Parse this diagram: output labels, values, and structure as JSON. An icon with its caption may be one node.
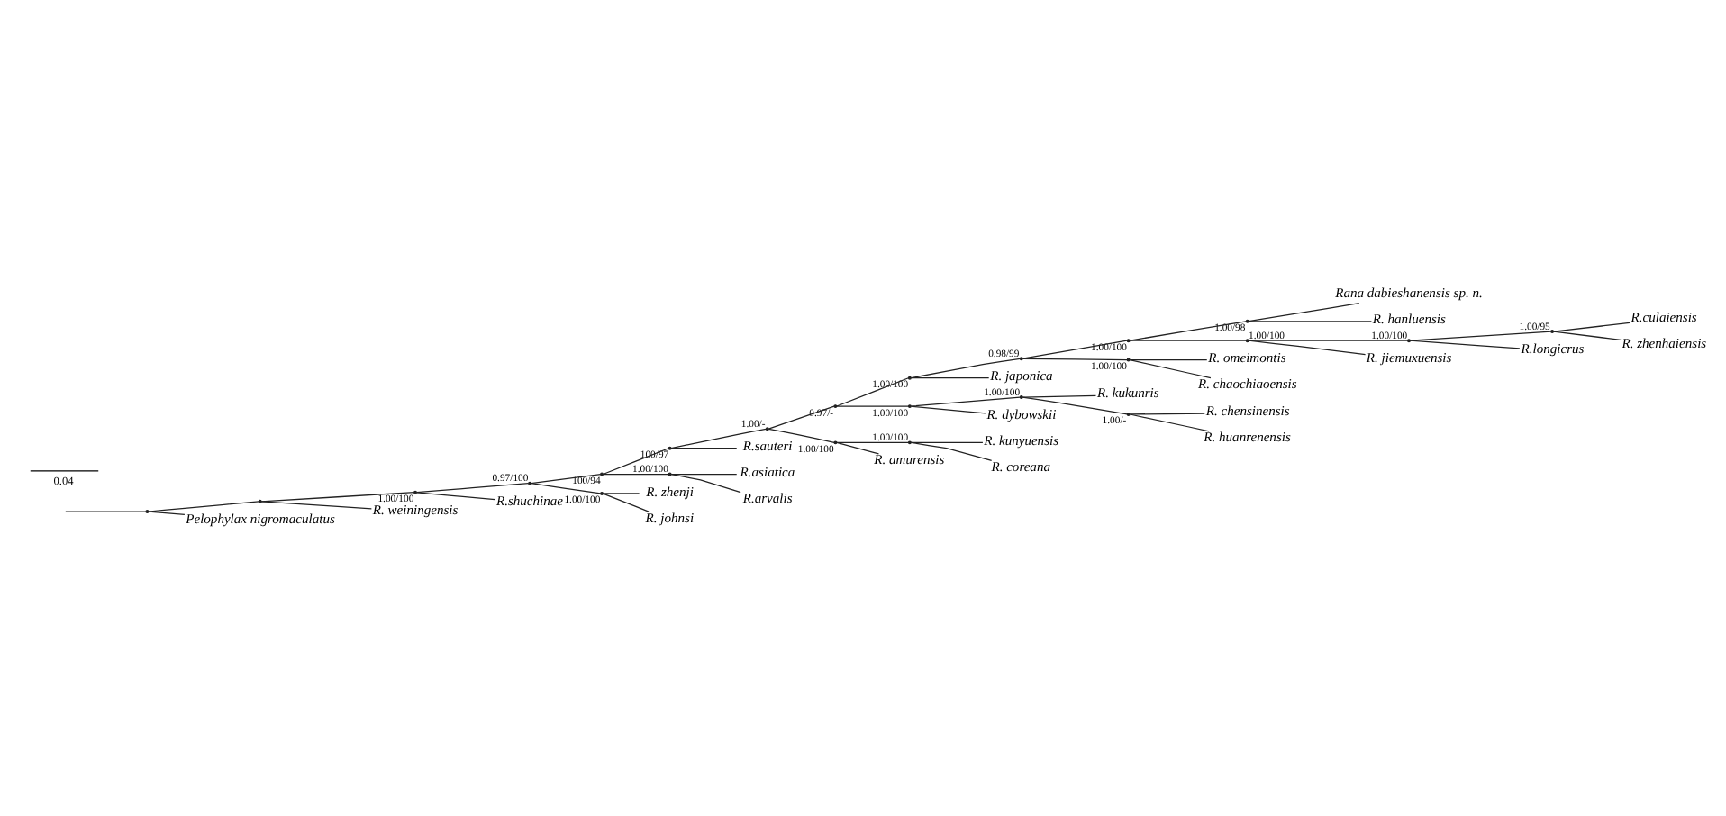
{
  "diagram": {
    "nodes": [
      {
        "text": [],
        "shape": "point"
      },
      {
        "text": [],
        "shape": "point"
      },
      {
        "text": [],
        "shape": "point",
        "beside": [
          "1.00/100"
        ]
      },
      {
        "text": [],
        "shape": "point",
        "beside": [
          "0.97/100"
        ]
      },
      {
        "text": [],
        "shape": "point",
        "beside": [
          "100/94"
        ]
      },
      {
        "text": [],
        "shape": "point",
        "beside": [
          "100/97"
        ]
      },
      {
        "text": [],
        "shape": "point",
        "beside": [
          "1.00/-"
        ]
      },
      {
        "text": [],
        "shape": "point",
        "beside": [
          "0.97/-"
        ]
      },
      {
        "text": [],
        "shape": "point",
        "beside": [
          "1.00/100"
        ]
      },
      {
        "text": [],
        "shape": "point",
        "beside": [
          "0.98/99"
        ]
      },
      {
        "text": [],
        "shape": "point",
        "beside": [
          "1.00/100"
        ]
      },
      {
        "text": [],
        "shape": "point",
        "beside": [
          "1.00/98"
        ]
      },
      {
        "text": [],
        "shape": "point",
        "beside": [
          "1.00/100"
        ]
      },
      {
        "text": [],
        "shape": "point",
        "beside": [
          "1.00/100"
        ]
      },
      {
        "text": [],
        "shape": "point",
        "beside": [
          "1.00/95"
        ]
      },
      {
        "text": [],
        "shape": "point",
        "beside": [
          "1.00/100"
        ]
      },
      {
        "text": [],
        "shape": "point",
        "beside": [
          "1.00/100"
        ]
      },
      {
        "text": [],
        "shape": "point",
        "beside": [
          "1.00/100"
        ]
      },
      {
        "text": [],
        "shape": "point",
        "beside": [
          "1.00/-"
        ]
      },
      {
        "text": [],
        "shape": "point",
        "beside": [
          "1.00/100"
        ]
      },
      {
        "text": [],
        "shape": "point",
        "beside": [
          "1.00/100"
        ]
      },
      {
        "text": [],
        "shape": "point",
        "beside": [
          "1.00/100"
        ]
      },
      {
        "text": [],
        "shape": "point",
        "beside": [
          "1.00/100"
        ]
      },
      {
        "text": [
          "Rana dabieshanensis sp. n."
        ]
      },
      {
        "text": [
          "R. hanluensis"
        ]
      },
      {
        "text": [
          "R.culaiensis"
        ]
      },
      {
        "text": [
          "R. zhenhaiensis"
        ]
      },
      {
        "text": [
          "R.longicrus"
        ]
      },
      {
        "text": [
          "R. jiemuxuensis"
        ]
      },
      {
        "text": [
          "R. omeimontis"
        ]
      },
      {
        "text": [
          "R. chaochiaoensis"
        ]
      },
      {
        "text": [
          "R. japonica"
        ]
      },
      {
        "text": [
          "R. kukunris"
        ]
      },
      {
        "text": [
          "R. chensinensis"
        ]
      },
      {
        "text": [
          "R. huanrenensis"
        ]
      },
      {
        "text": [
          "R. dybowskii"
        ]
      },
      {
        "text": [
          "R. kunyuensis"
        ]
      },
      {
        "text": [
          "R. coreana"
        ]
      },
      {
        "text": [
          "R. amurensis"
        ]
      },
      {
        "text": [
          "R.sauteri"
        ]
      },
      {
        "text": [
          "R.asiatica"
        ]
      },
      {
        "text": [
          "R.arvalis"
        ]
      },
      {
        "text": [
          "R. zhenji"
        ]
      },
      {
        "text": [
          "R. johnsi"
        ]
      },
      {
        "text": [
          "R.shuchinae"
        ]
      },
      {
        "text": [
          "R. weiningensis"
        ]
      },
      {
        "text": [
          "Pelophylax nigromaculatus"
        ]
      }
    ],
    "edges": [
      {
        "from": null,
        "to": 0,
        "arrow": "none"
      },
      {
        "from": 0,
        "to": 1,
        "arrow": "none"
      },
      {
        "from": 0,
        "to": 46,
        "arrow": "none"
      },
      {
        "from": 1,
        "to": 2,
        "arrow": "none"
      },
      {
        "from": 1,
        "to": 45,
        "arrow": "none"
      },
      {
        "from": 2,
        "to": 3,
        "arrow": "none"
      },
      {
        "from": 2,
        "to": 44,
        "arrow": "none"
      },
      {
        "from": 3,
        "to": 4,
        "arrow": "none"
      },
      {
        "from": 3,
        "to": 22,
        "arrow": "none"
      },
      {
        "from": 22,
        "to": 42,
        "arrow": "none"
      },
      {
        "from": 22,
        "to": 43,
        "arrow": "none"
      },
      {
        "from": 4,
        "to": 5,
        "arrow": "none"
      },
      {
        "from": 4,
        "to": 21,
        "arrow": "none"
      },
      {
        "from": 21,
        "to": 40,
        "arrow": "none"
      },
      {
        "from": 21,
        "to": 41,
        "arrow": "none"
      },
      {
        "from": 5,
        "to": 6,
        "arrow": "none"
      },
      {
        "from": 5,
        "to": 39,
        "arrow": "none"
      },
      {
        "from": 6,
        "to": 7,
        "arrow": "none"
      },
      {
        "from": 6,
        "to": 19,
        "arrow": "none"
      },
      {
        "from": 19,
        "to": 20,
        "arrow": "none"
      },
      {
        "from": 19,
        "to": 38,
        "arrow": "none"
      },
      {
        "from": 20,
        "to": 36,
        "arrow": "none"
      },
      {
        "from": 20,
        "to": 37,
        "arrow": "none"
      },
      {
        "from": 7,
        "to": 8,
        "arrow": "none"
      },
      {
        "from": 7,
        "to": 16,
        "arrow": "none"
      },
      {
        "from": 16,
        "to": 17,
        "arrow": "none"
      },
      {
        "from": 16,
        "to": 35,
        "arrow": "none"
      },
      {
        "from": 17,
        "to": 32,
        "arrow": "none"
      },
      {
        "from": 17,
        "to": 18,
        "arrow": "none"
      },
      {
        "from": 18,
        "to": 33,
        "arrow": "none"
      },
      {
        "from": 18,
        "to": 34,
        "arrow": "none"
      },
      {
        "from": 8,
        "to": 9,
        "arrow": "none"
      },
      {
        "from": 8,
        "to": 31,
        "arrow": "none"
      },
      {
        "from": 9,
        "to": 10,
        "arrow": "none"
      },
      {
        "from": 9,
        "to": 15,
        "arrow": "none"
      },
      {
        "from": 15,
        "to": 29,
        "arrow": "none"
      },
      {
        "from": 15,
        "to": 30,
        "arrow": "none"
      },
      {
        "from": 10,
        "to": 11,
        "arrow": "none"
      },
      {
        "from": 10,
        "to": 12,
        "arrow": "none"
      },
      {
        "from": 11,
        "to": 23,
        "arrow": "none"
      },
      {
        "from": 11,
        "to": 24,
        "arrow": "none"
      },
      {
        "from": 12,
        "to": 13,
        "arrow": "none"
      },
      {
        "from": 12,
        "to": 28,
        "arrow": "none"
      },
      {
        "from": 13,
        "to": 14,
        "arrow": "none"
      },
      {
        "from": 13,
        "to": 27,
        "arrow": "none"
      },
      {
        "from": 14,
        "to": 25,
        "arrow": "none"
      },
      {
        "from": 14,
        "to": 26,
        "arrow": "none"
      }
    ],
    "labels": [
      "0.04"
    ]
  }
}
